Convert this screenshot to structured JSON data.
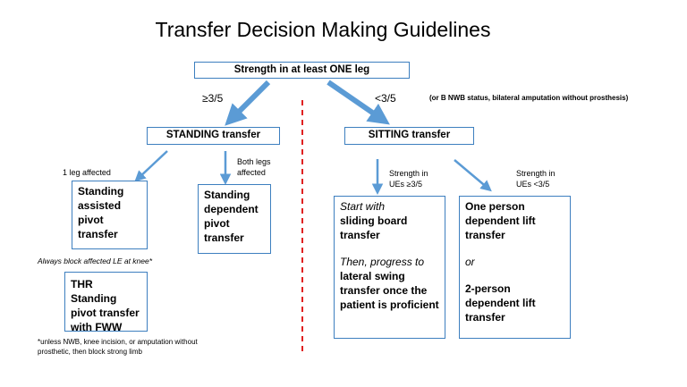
{
  "title": "Transfer Decision Making Guidelines",
  "top_box": "Strength in at least ONE leg",
  "left_branch_label": "≥3/5",
  "right_branch_label": "<3/5",
  "right_branch_note": "(or B NWB status, bilateral amputation without prosthesis)",
  "standing": {
    "header": "STANDING transfer",
    "one_leg_label": "1 leg affected",
    "both_legs_label": "Both legs affected",
    "assisted": "Standing assisted pivot transfer",
    "dependent": "Standing dependent pivot transfer",
    "block_note": "Always block affected LE at knee*",
    "thr": "THR Standing pivot transfer with FWW",
    "footnote": "*unless NWB, knee incision, or amputation without prosthetic, then block strong limb"
  },
  "sitting": {
    "header": "SITTING transfer",
    "ue_strong_label": "Strength in UEs ≥3/5",
    "ue_weak_label": "Strength in UEs <3/5",
    "board_start": "Start with",
    "board_name": "sliding board transfer",
    "board_then": "Then, progress to",
    "board_next": "lateral swing transfer once the patient is proficient",
    "one_person": "One person dependent lift transfer",
    "or": "or",
    "two_person": "2-person dependent lift transfer"
  },
  "colors": {
    "arrow": "#5b9bd5",
    "box_border": "#3d7fbf",
    "divider": "#e02020"
  }
}
